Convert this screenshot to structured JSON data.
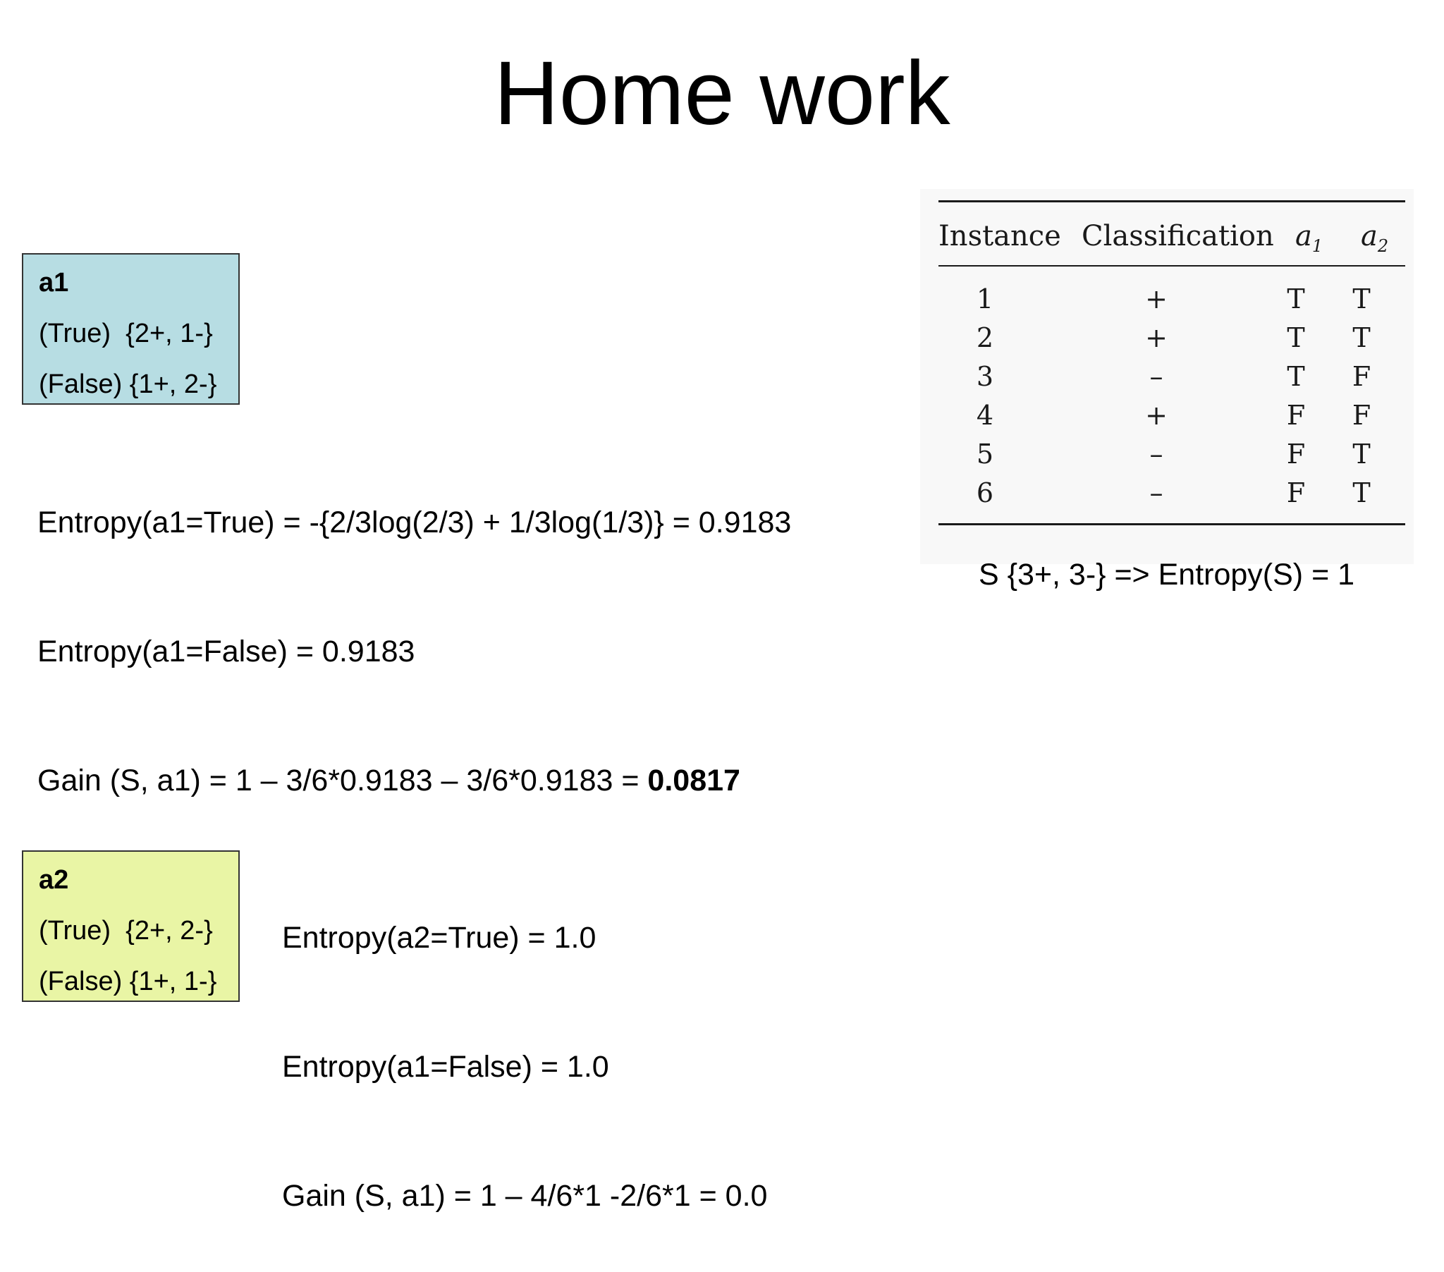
{
  "title": "Home work",
  "a1_box": {
    "name": "a1",
    "true_line": "(True)  {2+, 1-}",
    "false_line": "(False) {1+, 2-}",
    "color": "#b7dde3"
  },
  "a1_calc": {
    "line1": "Entropy(a1=True) = -{2/3log(2/3) + 1/3log(1/3)} = 0.9183",
    "line2": "Entropy(a1=False) = 0.9183",
    "line3_prefix": "Gain (S, a1) = 1 – 3/6*0.9183 – 3/6*0.9183 = ",
    "line3_result": "0.0817"
  },
  "a2_box": {
    "name": "a2",
    "true_line": "(True)  {2+, 2-}",
    "false_line": "(False) {1+, 1-}",
    "color": "#e9f5a5"
  },
  "a2_calc": {
    "line1": "Entropy(a2=True) = 1.0",
    "line2": "Entropy(a1=False) = 1.0",
    "line3": "Gain (S, a1) = 1 – 4/6*1 -2/6*1 = 0.0"
  },
  "table": {
    "headers": {
      "instance": "Instance",
      "classification": "Classification",
      "a1_base": "a",
      "a1_sub": "1",
      "a2_base": "a",
      "a2_sub": "2"
    },
    "rows": [
      {
        "instance": "1",
        "classification": "+",
        "a1": "T",
        "a2": "T"
      },
      {
        "instance": "2",
        "classification": "+",
        "a1": "T",
        "a2": "T"
      },
      {
        "instance": "3",
        "classification": "–",
        "a1": "T",
        "a2": "F"
      },
      {
        "instance": "4",
        "classification": "+",
        "a1": "F",
        "a2": "F"
      },
      {
        "instance": "5",
        "classification": "–",
        "a1": "F",
        "a2": "T"
      },
      {
        "instance": "6",
        "classification": "–",
        "a1": "F",
        "a2": "T"
      }
    ]
  },
  "entropy_s": "S {3+, 3-} => Entropy(S) = 1"
}
